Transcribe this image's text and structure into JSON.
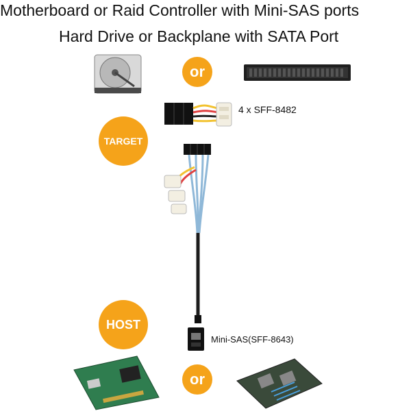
{
  "header": {
    "line1": "Motherboard or Raid Controller with Mini-SAS ports",
    "line2": "Hard Drive or Backplane with SATA Port"
  },
  "connectors": {
    "or_label": "or",
    "target_label": "TARGET",
    "host_label": "HOST",
    "sff8482_label": "4 x SFF-8482",
    "minisas_label": "Mini-SAS(SFF-8643)"
  },
  "colors": {
    "accent": "#f5a31a",
    "cable": "#1c1c1c",
    "sata_blue": "#8fb8d8",
    "pcb_green": "#2f7d4f"
  }
}
